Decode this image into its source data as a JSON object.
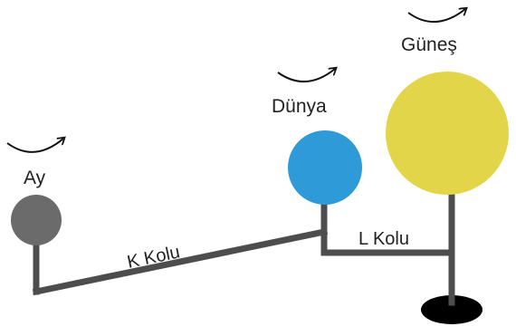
{
  "labels": {
    "moon": "Ay",
    "earth": "Dünya",
    "sun": "Güneş",
    "arm_k": "K Kolu",
    "arm_l": "L Kolu"
  },
  "colors": {
    "moon": "#6b6b6b",
    "earth": "#2f9ad8",
    "sun": "#e2d54a",
    "rod": "#4d4d4d",
    "base": "#000000",
    "arrow": "#111111"
  },
  "icons": {
    "rotation_arrow": "curved-arrow-icon"
  }
}
